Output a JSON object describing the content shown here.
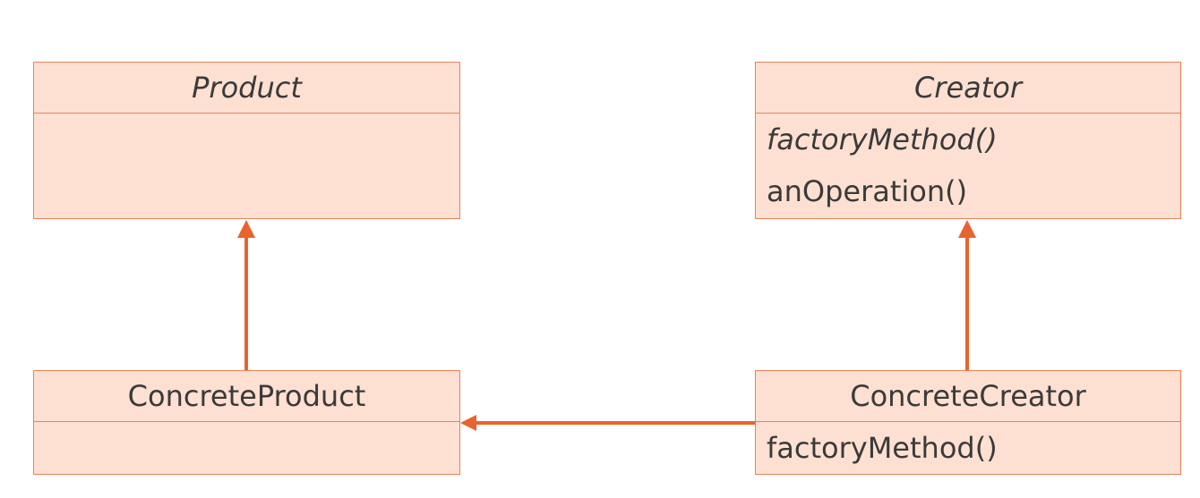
{
  "diagram": {
    "accent_color": "#e8642e",
    "box_fill": "#fde0d2",
    "box_border": "#e8835a",
    "classes": {
      "product": {
        "name": "Product",
        "operations": []
      },
      "creator": {
        "name": "Creator",
        "operations": [
          "factoryMethod()",
          "anOperation()"
        ]
      },
      "concrete_product": {
        "name": "ConcreteProduct",
        "operations": []
      },
      "concrete_creator": {
        "name": "ConcreteCreator",
        "operations": [
          "factoryMethod()"
        ]
      }
    },
    "relations": [
      {
        "from": "ConcreteProduct",
        "to": "Product",
        "kind": "inheritance"
      },
      {
        "from": "ConcreteCreator",
        "to": "Creator",
        "kind": "inheritance"
      },
      {
        "from": "ConcreteCreator",
        "to": "ConcreteProduct",
        "kind": "dependency"
      }
    ]
  }
}
